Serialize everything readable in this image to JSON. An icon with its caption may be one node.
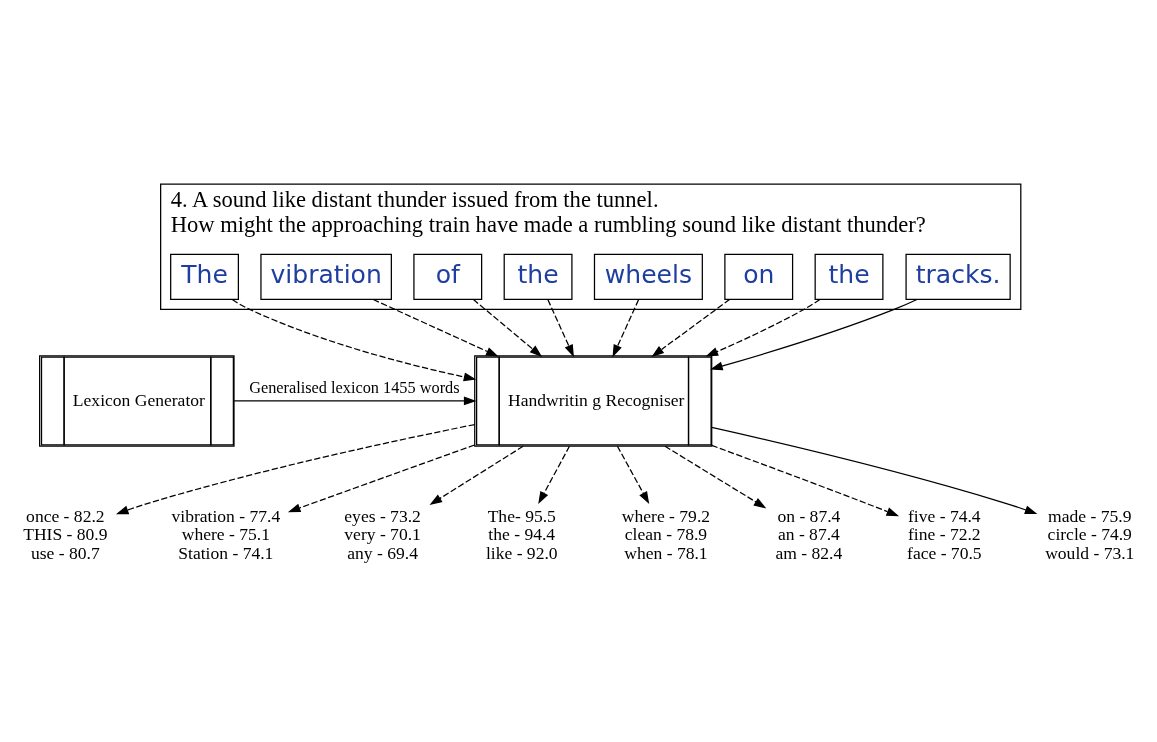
{
  "diagram": {
    "nodes": [
      {
        "text": [
          "4. A sound like distant thunder issued from the tunnel.",
          "How might the approaching train have made a rumbling sound like distant thunder?"
        ]
      },
      {
        "text": [
          "The"
        ],
        "in": 0
      },
      {
        "text": [
          "vibration"
        ],
        "in": 0
      },
      {
        "text": [
          "of"
        ],
        "in": 0
      },
      {
        "text": [
          "the"
        ],
        "in": 0
      },
      {
        "text": [
          "wheels"
        ],
        "in": 0
      },
      {
        "text": [
          "on"
        ],
        "in": 0
      },
      {
        "text": [
          "the"
        ],
        "in": 0
      },
      {
        "text": [
          "tracks."
        ],
        "in": 0
      },
      {
        "text": [
          "Lexicon Generator"
        ]
      },
      {
        "text": [
          "Handwritin g Recogniser"
        ]
      },
      {
        "text": [
          "once - 82.2",
          "THIS - 80.9",
          "use - 80.7"
        ]
      },
      {
        "text": [
          "vibration - 77.4",
          "where - 75.1",
          "Station - 74.1"
        ]
      },
      {
        "text": [
          "eyes - 73.2",
          "very - 70.1",
          "any - 69.4"
        ]
      },
      {
        "text": [
          "The- 95.5",
          "the - 94.4",
          "like - 92.0"
        ]
      },
      {
        "text": [
          "where - 79.2",
          "clean - 78.9",
          "when - 78.1"
        ]
      },
      {
        "text": [
          "on - 87.4",
          "an - 87.4",
          "am - 82.4"
        ]
      },
      {
        "text": [
          "five - 74.4",
          "fine - 72.2",
          "face - 70.5"
        ]
      },
      {
        "text": [
          "made - 75.9",
          "circle - 74.9",
          "would - 73.1"
        ]
      }
    ],
    "edges": [
      {
        "from": 1,
        "to": 10,
        "arrow": "to",
        "style": "dashed"
      },
      {
        "from": 2,
        "to": 10,
        "arrow": "to",
        "style": "dashed"
      },
      {
        "from": 3,
        "to": 10,
        "arrow": "to",
        "style": "dashed"
      },
      {
        "from": 4,
        "to": 10,
        "arrow": "to",
        "style": "dashed"
      },
      {
        "from": 5,
        "to": 10,
        "arrow": "to",
        "style": "dashed"
      },
      {
        "from": 6,
        "to": 10,
        "arrow": "to",
        "style": "dashed"
      },
      {
        "from": 7,
        "to": 10,
        "arrow": "to",
        "style": "dashed"
      },
      {
        "from": 8,
        "to": 10,
        "arrow": "to"
      },
      {
        "from": 9,
        "to": 10,
        "arrow": "to",
        "label": "Generalised lexicon 1455 words"
      },
      {
        "from": 10,
        "to": 11,
        "arrow": "to",
        "style": "dashed"
      },
      {
        "from": 10,
        "to": 12,
        "arrow": "to",
        "style": "dashed"
      },
      {
        "from": 10,
        "to": 13,
        "arrow": "to",
        "style": "dashed"
      },
      {
        "from": 10,
        "to": 14,
        "arrow": "to",
        "style": "dashed"
      },
      {
        "from": 10,
        "to": 15,
        "arrow": "to",
        "style": "dashed"
      },
      {
        "from": 10,
        "to": 16,
        "arrow": "to",
        "style": "dashed"
      },
      {
        "from": 10,
        "to": 17,
        "arrow": "to",
        "style": "dashed"
      },
      {
        "from": 10,
        "to": 18,
        "arrow": "to"
      }
    ]
  }
}
